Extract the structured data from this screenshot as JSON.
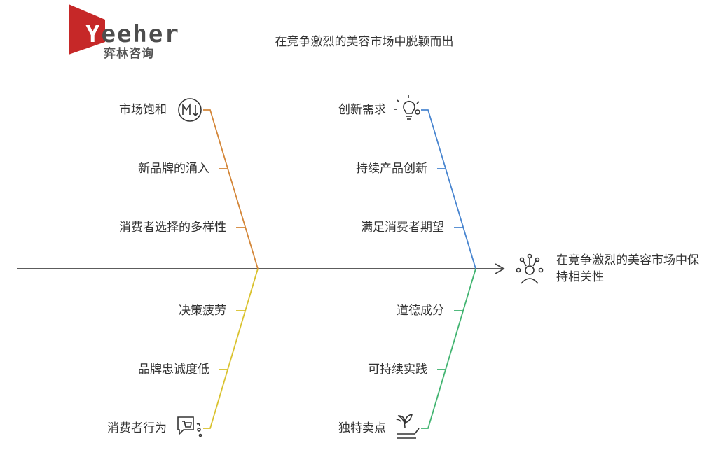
{
  "logo": {
    "wordmark_first": "Y",
    "wordmark_rest": "eeher",
    "subtitle": "弈林咨询",
    "brand_color": "#c62828"
  },
  "title": "在竞争激烈的美容市场中脱颖而出",
  "effect": {
    "label": "在竞争激烈的美容市场中保持相关性",
    "icon": "people-network-icon"
  },
  "colors": {
    "spine": "#444444",
    "orange": "#d4873a",
    "blue": "#4a86d0",
    "yellow": "#d9c12b",
    "green": "#3fb36f"
  },
  "branches": {
    "top_left": {
      "color": "orange",
      "category": "市场饱和",
      "icon": "market-decline-icon",
      "causes": [
        "新品牌的涌入",
        "消费者选择的多样性"
      ]
    },
    "top_right": {
      "color": "blue",
      "category": "创新需求",
      "icon": "lightbulb-icon",
      "causes": [
        "持续产品创新",
        "满足消费者期望"
      ]
    },
    "bottom_left": {
      "color": "yellow",
      "category": "消费者行为",
      "icon": "shopping-cart-thinking-icon",
      "causes": [
        "决策疲劳",
        "品牌忠诚度低"
      ]
    },
    "bottom_right": {
      "color": "green",
      "category": "独特卖点",
      "icon": "plant-hand-icon",
      "causes": [
        "道德成分",
        "可持续实践"
      ]
    }
  }
}
